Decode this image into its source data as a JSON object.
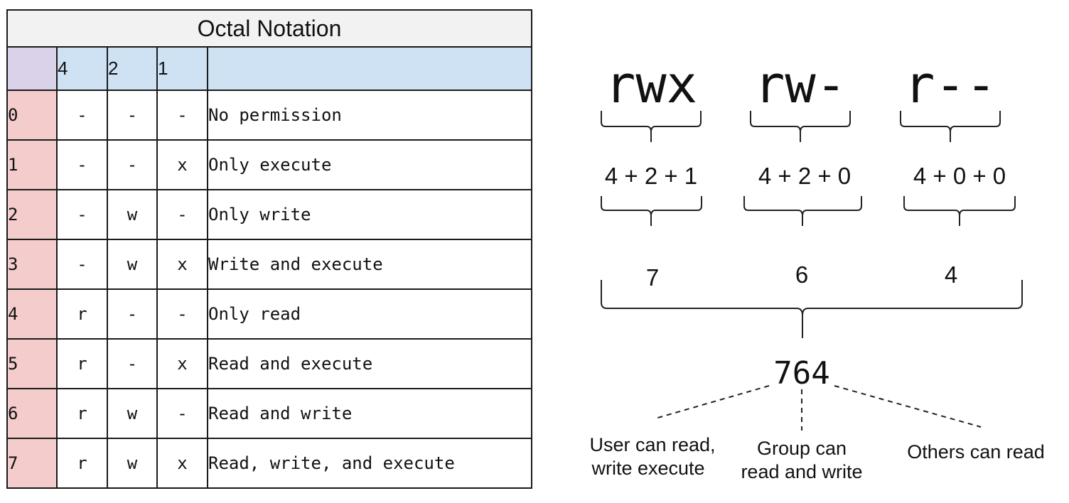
{
  "table": {
    "title": "Octal Notation",
    "bit_values": [
      "4",
      "2",
      "1"
    ],
    "rows": [
      {
        "digit": "0",
        "r": "-",
        "w": "-",
        "x": "-",
        "desc": "No permission"
      },
      {
        "digit": "1",
        "r": "-",
        "w": "-",
        "x": "x",
        "desc": "Only execute"
      },
      {
        "digit": "2",
        "r": "-",
        "w": "w",
        "x": "-",
        "desc": "Only write"
      },
      {
        "digit": "3",
        "r": "-",
        "w": "w",
        "x": "x",
        "desc": "Write and execute"
      },
      {
        "digit": "4",
        "r": "r",
        "w": "-",
        "x": "-",
        "desc": "Only read"
      },
      {
        "digit": "5",
        "r": "r",
        "w": "-",
        "x": "x",
        "desc": "Read and execute"
      },
      {
        "digit": "6",
        "r": "r",
        "w": "w",
        "x": "-",
        "desc": "Read and write"
      },
      {
        "digit": "7",
        "r": "r",
        "w": "w",
        "x": "x",
        "desc": "Read, write, and execute"
      }
    ]
  },
  "diagram": {
    "groups": [
      {
        "perm": "rwx",
        "sum": "4 + 2 + 1",
        "octal": "7"
      },
      {
        "perm": "rw-",
        "sum": "4 + 2 + 0",
        "octal": "6"
      },
      {
        "perm": "r--",
        "sum": "4 + 0 + 0",
        "octal": "4"
      }
    ],
    "result": "764",
    "captions": {
      "user": [
        "User can read,",
        "write execute"
      ],
      "group": [
        "Group can",
        "read and write"
      ],
      "others": [
        "Others can read"
      ]
    }
  },
  "colors": {
    "title_bg": "#f2f2f2",
    "header_bg": "#cfe2f3",
    "corner_bg": "#d9d2e9",
    "digit_bg": "#f4cccc"
  }
}
